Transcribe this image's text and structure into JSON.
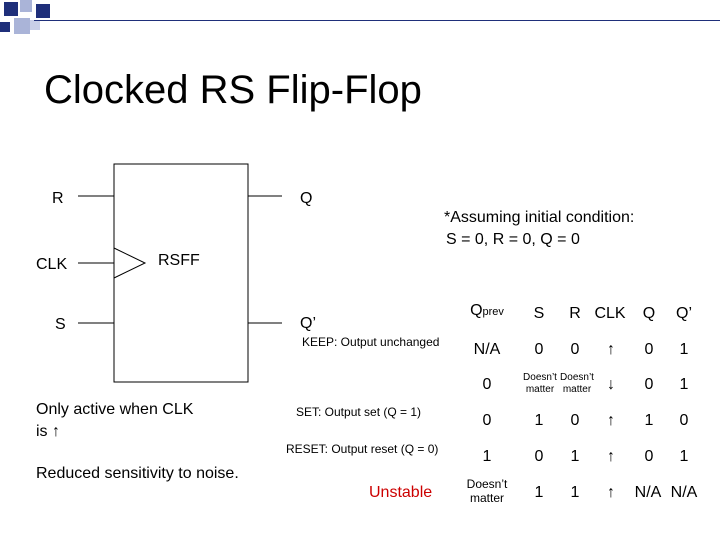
{
  "title": "Clocked RS Flip-Flop",
  "symbol": {
    "inputs": {
      "r": "R",
      "clk": "CLK",
      "s": "S"
    },
    "outputs": {
      "q": "Q",
      "q_bar": "Q’"
    },
    "name": "RSFF"
  },
  "assumption": {
    "line1": "*Assuming initial condition:",
    "line2": "S = 0, R = 0, Q = 0"
  },
  "notes": {
    "active_line1": "Only active when CLK",
    "active_line2": "is ↑",
    "noise": "Reduced sensitivity to noise."
  },
  "row_labels": {
    "keep": "KEEP: Output unchanged",
    "set": "SET: Output set (Q = 1)",
    "reset": "RESET: Output reset (Q = 0)",
    "unstable": "Unstable"
  },
  "table": {
    "headers": {
      "qprev_main": "Q",
      "qprev_sub": "prev",
      "s": "S",
      "r": "R",
      "clk": "CLK",
      "q": "Q",
      "q_bar": "Q’"
    },
    "rows": [
      {
        "qprev": "N/A",
        "s": "0",
        "r": "0",
        "clk": "↑",
        "q": "0",
        "q_bar": "1"
      },
      {
        "qprev": "0",
        "s_line1": "Doesn’t",
        "s_line2": "matter",
        "r_line1": "Doesn’t",
        "r_line2": "matter",
        "clk": "↓",
        "q": "0",
        "q_bar": "1"
      },
      {
        "qprev": "0",
        "s": "1",
        "r": "0",
        "clk": "↑",
        "q": "1",
        "q_bar": "0"
      },
      {
        "qprev": "1",
        "s": "0",
        "r": "1",
        "clk": "↑",
        "q": "0",
        "q_bar": "1"
      },
      {
        "qprev_line1": "Doesn’t",
        "qprev_line2": "matter",
        "s": "1",
        "r": "1",
        "clk": "↑",
        "q": "N/A",
        "q_bar": "N/A"
      }
    ]
  }
}
